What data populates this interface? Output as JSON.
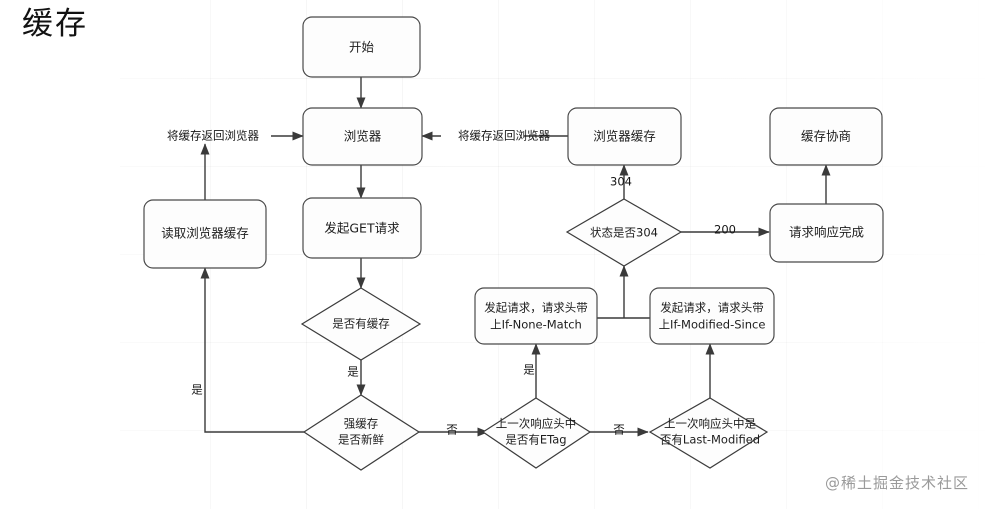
{
  "page": {
    "title": "缓存",
    "watermark": "@稀土掘金技术社区"
  },
  "nodes": {
    "start": {
      "label": "开始",
      "shape": "rounded-rect"
    },
    "browser": {
      "label": "浏览器",
      "shape": "rounded-rect"
    },
    "browser_cache": {
      "label": "浏览器缓存",
      "shape": "rounded-rect"
    },
    "cache_negotiation": {
      "label": "缓存协商",
      "shape": "rounded-rect"
    },
    "read_browser_cache": {
      "label": "读取浏览器缓存",
      "shape": "rounded-rect"
    },
    "get_request": {
      "label": "发起GET请求",
      "shape": "rounded-rect"
    },
    "request_complete": {
      "label": "请求响应完成",
      "shape": "rounded-rect"
    },
    "status_304": {
      "label": "状态是否304",
      "shape": "diamond"
    },
    "has_cache": {
      "label": "是否有缓存",
      "shape": "diamond"
    },
    "strong_cache_fresh": {
      "line1": "强缓存",
      "line2": "是否新鲜",
      "shape": "diamond"
    },
    "has_etag": {
      "line1": "上一次响应头中",
      "line2": "是否有ETag",
      "shape": "diamond"
    },
    "has_last_modified": {
      "line1": "上一次响应头中是",
      "line2": "否有Last-Modified",
      "shape": "diamond"
    },
    "req_if_none_match": {
      "line1": "发起请求，请求头带",
      "line2": "上If-None-Match",
      "shape": "rounded-rect"
    },
    "req_if_modified_since": {
      "line1": "发起请求，请求头带",
      "line2": "上If-Modified-Since",
      "shape": "rounded-rect"
    }
  },
  "edge_labels": {
    "cache_to_browser_left": "将缓存返回浏览器",
    "cache_to_browser_right": "将缓存返回浏览器",
    "status_304_yes": "304",
    "status_200": "200",
    "has_cache_yes": "是",
    "strong_cache_yes": "是",
    "strong_cache_no": "否",
    "etag_yes": "是",
    "etag_no": "否"
  },
  "colors": {
    "stroke": "#3a3a3a",
    "node_fill": "#fdfdfd",
    "text": "#1d1d1d",
    "watermark": "#9a9a9a"
  }
}
